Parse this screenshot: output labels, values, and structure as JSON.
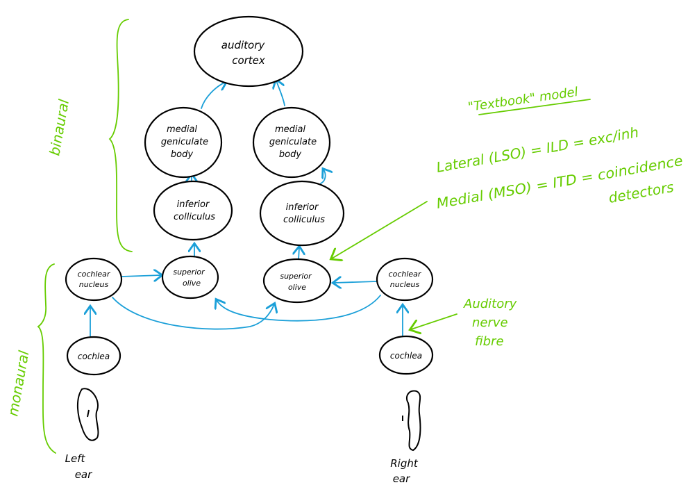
{
  "colors": {
    "pathway": "#1a9fd8",
    "annotation": "#66cc00",
    "outline": "#000000"
  },
  "nodes": {
    "auditory_cortex": [
      "auditory",
      "cortex"
    ],
    "mgb_left": [
      "medial",
      "geniculate",
      "body"
    ],
    "mgb_right": [
      "medial",
      "geniculate",
      "body"
    ],
    "ic_left": [
      "inferior",
      "colliculus"
    ],
    "ic_right": [
      "inferior",
      "colliculus"
    ],
    "so_left": [
      "superior",
      "olive"
    ],
    "so_right": [
      "superior",
      "olive"
    ],
    "cn_left": [
      "cochlear",
      "nucleus"
    ],
    "cn_right": [
      "cochlear",
      "nucleus"
    ],
    "cochlea_left": "cochlea",
    "cochlea_right": "cochlea"
  },
  "ears": {
    "left": [
      "Left",
      "ear"
    ],
    "right": [
      "Right",
      "ear"
    ]
  },
  "braces": {
    "binaural": "binaural",
    "monaural": "monaural"
  },
  "annotations": {
    "model_title": "\"Textbook\" model",
    "lateral": "Lateral (LSO) = ILD = exc/inh",
    "medial_line1": "Medial (MSO) = ITD = coincidence",
    "medial_line2": "detectors",
    "nerve": [
      "Auditory",
      "nerve",
      "fibre"
    ]
  }
}
